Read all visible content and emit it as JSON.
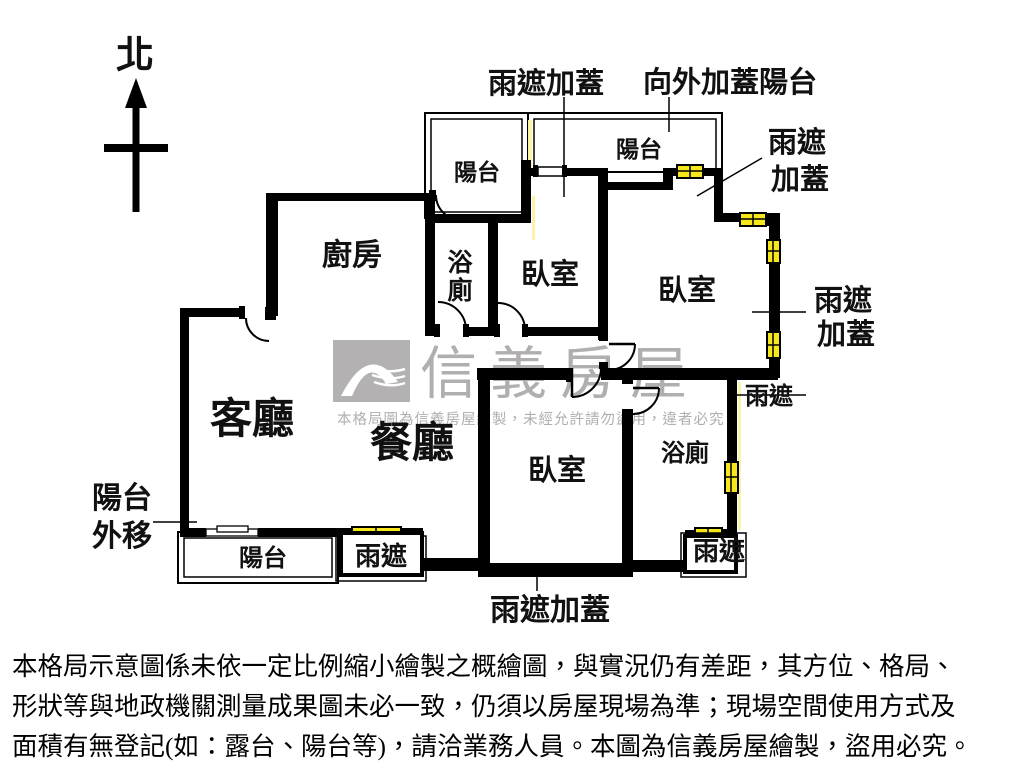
{
  "compass": {
    "north": "北"
  },
  "rooms": {
    "kitchen": "廚房",
    "living_room": "客廳",
    "dining_room": "餐廳",
    "bedroom": "臥室",
    "bathroom": "浴廁",
    "bathroom_char_top": "浴",
    "bathroom_char_bottom": "廁",
    "balcony": "陽台"
  },
  "annotations": {
    "rain_cover_top": "雨遮加蓋",
    "outward_covered_balcony": "向外加蓋陽台",
    "rain_cover_line1": "雨遮",
    "rain_cover_line2": "加蓋",
    "rain_shield": "雨遮",
    "rain_cover_bottom": "雨遮加蓋",
    "balcony_moved_line1": "陽台",
    "balcony_moved_line2": "外移"
  },
  "watermark": {
    "brand": "信義房屋",
    "notice": "本格局圖為信義房屋繪製，未經允許請勿盜用，違者必究"
  },
  "disclaimer": {
    "line1": "本格局示意圖係未依一定比例縮小繪製之概繪圖，與實況仍有差距，其方位、格局、",
    "line2": "形狀等與地政機關測量成果圖未必一致，仍須以房屋現場為準；現場空間使用方式及",
    "line3": "面積有無登記(如：露台、陽台等)，請洽業務人員。本圖為信義房屋繪製，盜用必究。"
  },
  "colors": {
    "wall": "#000000",
    "window_fill": "#f5e71c",
    "rain_strip": "#fbf3a6",
    "watermark_gray": "#b0aeae",
    "paper": "#ffffff"
  }
}
